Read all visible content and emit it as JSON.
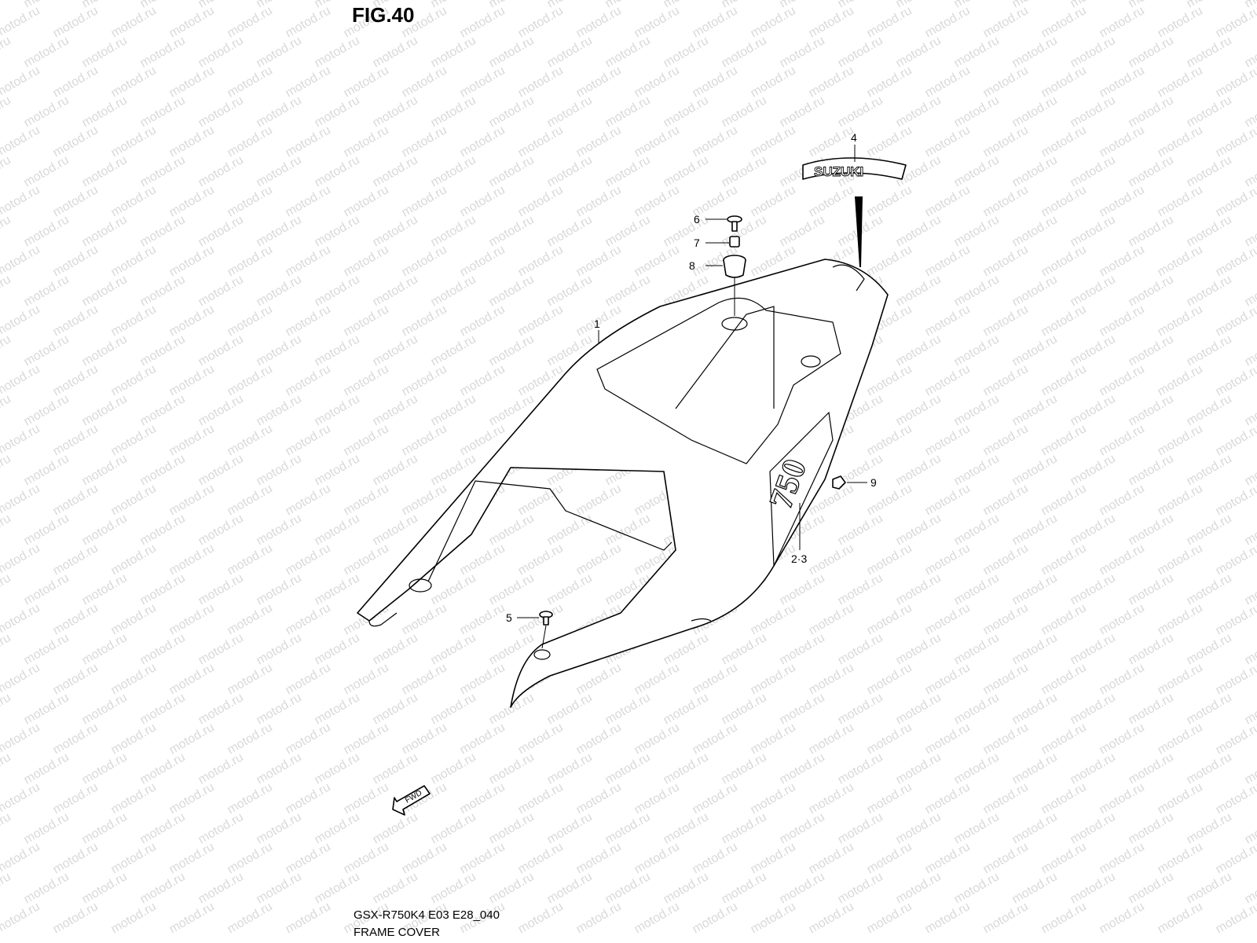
{
  "figure": {
    "title": "FIG.40",
    "model_code": "GSX-R750K4 E03 E28_040",
    "name": "FRAME COVER"
  },
  "watermark_text": "motod.ru",
  "decal_text": "SUZUKI",
  "fwd_label": "FWD",
  "callouts": [
    {
      "id": "c1",
      "label": "1"
    },
    {
      "id": "c23",
      "label": "2·3"
    },
    {
      "id": "c4",
      "label": "4"
    },
    {
      "id": "c5",
      "label": "5"
    },
    {
      "id": "c6",
      "label": "6"
    },
    {
      "id": "c7",
      "label": "7"
    },
    {
      "id": "c8",
      "label": "8"
    },
    {
      "id": "c9",
      "label": "9"
    }
  ],
  "colors": {
    "line": "#000000",
    "watermark": "#d9d9d9",
    "background": "#ffffff"
  }
}
